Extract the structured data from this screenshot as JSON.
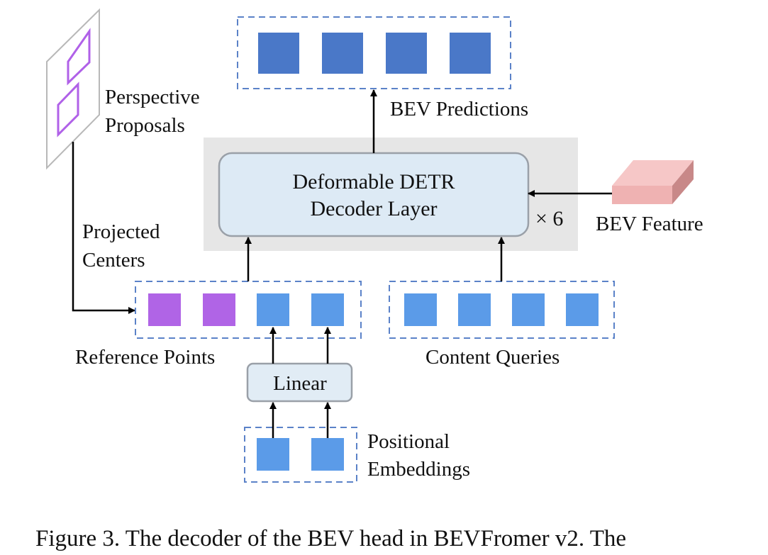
{
  "labels": {
    "perspective_proposals": [
      "Perspective",
      "Proposals"
    ],
    "bev_predictions": "BEV Predictions",
    "decoder_layer": [
      "Deformable DETR",
      "Decoder Layer"
    ],
    "repeat": "× 6",
    "bev_feature": "BEV Feature",
    "projected_centers": [
      "Projected",
      "Centers"
    ],
    "reference_points": "Reference Points",
    "content_queries": "Content Queries",
    "linear": "Linear",
    "positional_embeddings": [
      "Positional",
      "Embeddings"
    ]
  },
  "caption": "Figure 3. The decoder of the BEV head in BEVFromer v2. The",
  "colors": {
    "prediction_square": "#4a78c8",
    "query_square": "#5b9be8",
    "reference_from_proposal": "#b064e6",
    "proposal_box_outline": "#b061e8",
    "decoder_fill": "#ddeaf5",
    "decoder_stroke": "#9aa0a8",
    "repeat_panel": "#e6e6e6",
    "bev_feature_top": "#f6c7c7",
    "bev_feature_front": "#efb2b2",
    "bev_feature_side": "#c88888",
    "dashed_border": "#5b82c8",
    "linear_fill": "#e1ecf5"
  }
}
